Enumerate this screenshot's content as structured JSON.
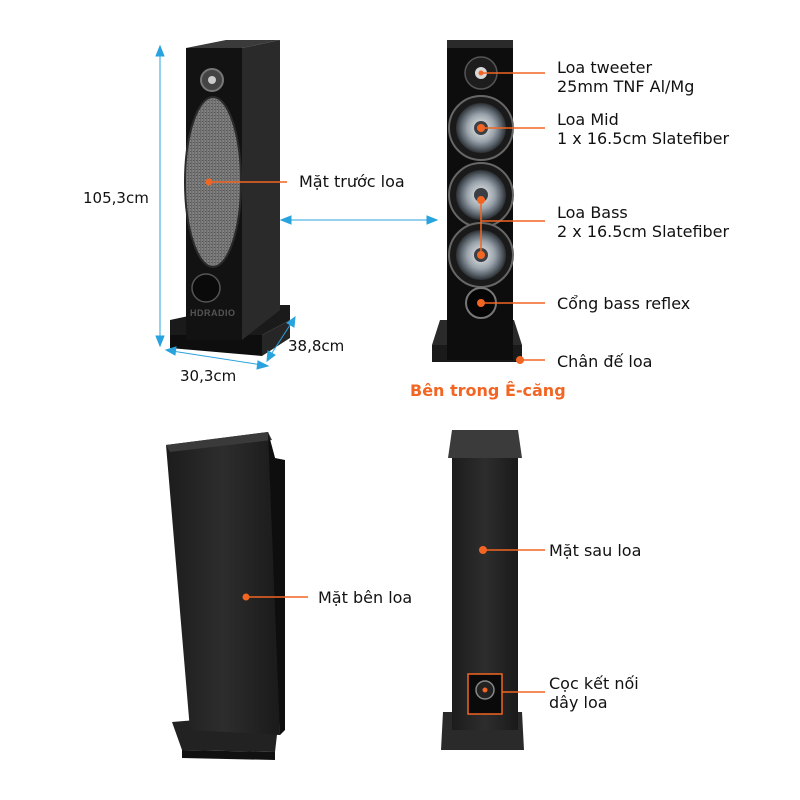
{
  "accent_color": "#f26522",
  "dimension_color": "#29a3dd",
  "dimensions": {
    "height": "105,3cm",
    "depth": "38,8cm",
    "width": "30,3cm"
  },
  "section_title": "Bên trong Ê-căng",
  "watermark": "HDRADIO",
  "labels": {
    "front": "Mặt trước loa",
    "tweeter_line1": "Loa tweeter",
    "tweeter_line2": "25mm TNF Al/Mg",
    "mid_line1": "Loa Mid",
    "mid_line2": "1 x 16.5cm Slatefiber",
    "bass_line1": "Loa Bass",
    "bass_line2": "2 x 16.5cm Slatefiber",
    "port": "Cổng bass reflex",
    "base": "Chân đế loa",
    "side": "Mặt bên loa",
    "back": "Mặt sau loa",
    "terminal_line1": "Cọc kết nối",
    "terminal_line2": "dây loa"
  }
}
